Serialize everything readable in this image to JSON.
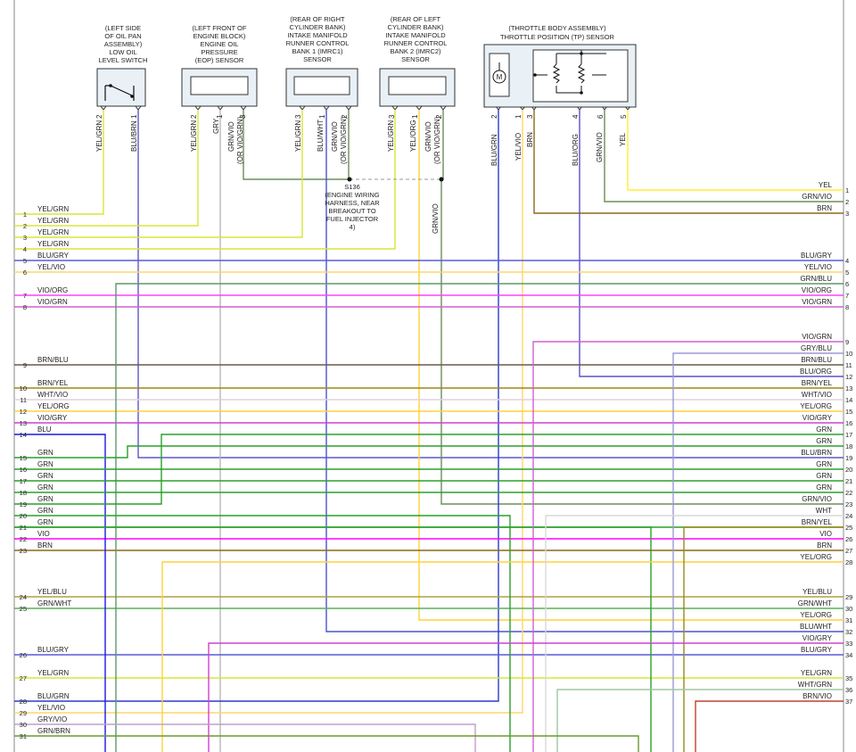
{
  "colors": {
    "YEL/GRN": "#d7e63a",
    "BLU/BRN": "#5a58c8",
    "GRY": "#b8b8b8",
    "GRN/VIO": "#6a8f5a",
    "BLU/WHT": "#4a56c8",
    "YEL/ORG": "#ffd23a",
    "BLU/GRN": "#2a3cc8",
    "YEL/VIO": "#ffd66a",
    "BRN": "#8a6a1a",
    "BLU/ORG": "#5a50c8",
    "YEL": "#ffee30",
    "BLU/GRY": "#5a5ad8",
    "GRN/BLU": "#5a9a6a",
    "VIO/ORG": "#ff40ff",
    "VIO/GRN": "#d060d0",
    "VIO/GRY": "#d040d0",
    "GRY/BLU": "#9a9ad8",
    "BRN/BLU": "#6a5a4a",
    "BRN/YEL": "#9a8a1a",
    "WHT/VIO": "#e0d0e0",
    "GRN": "#2aa02a",
    "WHT": "#d8d8d8",
    "VIO": "#ff00ff",
    "YEL/BLU": "#b0a040",
    "GRN/WHT": "#5ab05a",
    "WHT/GRN": "#a0c8a0",
    "BRN/VIO": "#b05040",
    "GRY/VIO": "#c0a0c8",
    "GRN/BRN": "#6a9a2a",
    "BLU": "#1a1ae0",
    "BRN/VIO_37": "#c04030"
  },
  "components": {
    "oil_pan": {
      "caption": [
        "(LEFT SIDE",
        "OF OIL PAN",
        "ASSEMBLY)",
        "LOW OIL",
        "LEVEL SWITCH"
      ],
      "pins": [
        "2",
        "1"
      ],
      "wires": [
        "YEL/GRN",
        "BLU/BRN"
      ]
    },
    "eop": {
      "caption": [
        "(LEFT FRONT OF",
        "ENGINE BLOCK)",
        "ENGINE OIL",
        "PRESSURE",
        "(EOP) SENSOR"
      ],
      "pins": [
        "2",
        "1",
        "3"
      ],
      "wires": [
        "YEL/GRN",
        "GRY",
        "GRN/VIO",
        "(OR VIO/GRN)"
      ]
    },
    "imrc1": {
      "caption": [
        "(REAR OF RIGHT",
        "CYLINDER BANK)",
        "INTAKE MANIFOLD",
        "RUNNER CONTROL",
        "BANK 1 (IMRC1)",
        "SENSOR"
      ],
      "pins": [
        "3",
        "1",
        "2"
      ],
      "wires": [
        "YEL/GRN",
        "BLU/WHT",
        "GRN/VIO",
        "(OR VIO/GRN)"
      ]
    },
    "imrc2": {
      "caption": [
        "(REAR OF LEFT",
        "CYLINDER BANK)",
        "INTAKE MANIFOLD",
        "RUNNER CONTROL",
        "BANK 2 (IMRC2)",
        "SENSOR"
      ],
      "pins": [
        "3",
        "1",
        "2"
      ],
      "wires": [
        "YEL/GRN",
        "YEL/ORG",
        "GRN/VIO",
        "(OR VIO/GRN)"
      ]
    },
    "throttle": {
      "caption": [
        "(THROTTLE BODY ASSEMBLY)",
        "THROTTLE POSITION (TP) SENSOR"
      ],
      "pins": [
        "2",
        "1",
        "3",
        "4",
        "6",
        "5"
      ],
      "wires": [
        "BLU/GRN",
        "YEL/VIO",
        "BRN",
        "BLU/ORG",
        "GRN/VIO",
        "YEL"
      ],
      "motor": "M"
    },
    "splice": {
      "caption": [
        "S136",
        "(ENGINE WIRING",
        "HARNESS, NEAR",
        "BREAKOUT TO",
        "FUEL INJECTOR",
        "4)"
      ],
      "wire": "GRN/VIO"
    }
  },
  "left_rows": [
    {
      "n": "1",
      "label": "YEL/GRN"
    },
    {
      "n": "2",
      "label": "YEL/GRN"
    },
    {
      "n": "3",
      "label": "YEL/GRN"
    },
    {
      "n": "4",
      "label": "YEL/GRN"
    },
    {
      "n": "5",
      "label": "BLU/GRY"
    },
    {
      "n": "6",
      "label": "YEL/VIO"
    },
    {
      "n": "7",
      "label": "VIO/ORG"
    },
    {
      "n": "8",
      "label": "VIO/GRN"
    },
    {
      "n": "9",
      "label": "BRN/BLU"
    },
    {
      "n": "10",
      "label": "BRN/YEL"
    },
    {
      "n": "11",
      "label": "WHT/VIO"
    },
    {
      "n": "12",
      "label": "YEL/ORG"
    },
    {
      "n": "13",
      "label": "VIO/GRY"
    },
    {
      "n": "14",
      "label": "BLU"
    },
    {
      "n": "15",
      "label": "GRN"
    },
    {
      "n": "16",
      "label": "GRN"
    },
    {
      "n": "17",
      "label": "GRN"
    },
    {
      "n": "18",
      "label": "GRN"
    },
    {
      "n": "19",
      "label": "GRN"
    },
    {
      "n": "20",
      "label": "GRN"
    },
    {
      "n": "21",
      "label": "GRN"
    },
    {
      "n": "22",
      "label": "VIO"
    },
    {
      "n": "23",
      "label": "BRN"
    },
    {
      "n": "24",
      "label": "YEL/BLU"
    },
    {
      "n": "25",
      "label": "GRN/WHT"
    },
    {
      "n": "26",
      "label": "BLU/GRY"
    },
    {
      "n": "27",
      "label": "YEL/GRN"
    },
    {
      "n": "28",
      "label": "BLU/GRN"
    },
    {
      "n": "29",
      "label": "YEL/VIO"
    },
    {
      "n": "30",
      "label": "GRY/VIO"
    },
    {
      "n": "31",
      "label": "GRN/BRN"
    }
  ],
  "right_rows": [
    {
      "n": "1",
      "label": "YEL"
    },
    {
      "n": "2",
      "label": "GRN/VIO"
    },
    {
      "n": "3",
      "label": "BRN"
    },
    {
      "n": "4",
      "label": "BLU/GRY"
    },
    {
      "n": "5",
      "label": "YEL/VIO"
    },
    {
      "n": "6",
      "label": "GRN/BLU"
    },
    {
      "n": "7",
      "label": "VIO/ORG"
    },
    {
      "n": "8",
      "label": "VIO/GRN"
    },
    {
      "n": "9",
      "label": "VIO/GRN"
    },
    {
      "n": "10",
      "label": "GRY/BLU"
    },
    {
      "n": "11",
      "label": "BRN/BLU"
    },
    {
      "n": "12",
      "label": "BLU/ORG"
    },
    {
      "n": "13",
      "label": "BRN/YEL"
    },
    {
      "n": "14",
      "label": "WHT/VIO"
    },
    {
      "n": "15",
      "label": "YEL/ORG"
    },
    {
      "n": "16",
      "label": "VIO/GRY"
    },
    {
      "n": "17",
      "label": "GRN"
    },
    {
      "n": "18",
      "label": "GRN"
    },
    {
      "n": "19",
      "label": "BLU/BRN"
    },
    {
      "n": "20",
      "label": "GRN"
    },
    {
      "n": "21",
      "label": "GRN"
    },
    {
      "n": "22",
      "label": "GRN"
    },
    {
      "n": "23",
      "label": "GRN/VIO"
    },
    {
      "n": "24",
      "label": "WHT"
    },
    {
      "n": "25",
      "label": "BRN/YEL"
    },
    {
      "n": "26",
      "label": "VIO"
    },
    {
      "n": "27",
      "label": "BRN"
    },
    {
      "n": "28",
      "label": "YEL/ORG"
    },
    {
      "n": "29",
      "label": "YEL/BLU"
    },
    {
      "n": "30",
      "label": "GRN/WHT"
    },
    {
      "n": "31",
      "label": "YEL/ORG"
    },
    {
      "n": "32",
      "label": "BLU/WHT"
    },
    {
      "n": "33",
      "label": "VIO/GRY"
    },
    {
      "n": "34",
      "label": "BLU/GRY"
    },
    {
      "n": "35",
      "label": "YEL/GRN"
    },
    {
      "n": "36",
      "label": "WHT/GRN"
    },
    {
      "n": "37",
      "label": "BRN/VIO"
    }
  ]
}
